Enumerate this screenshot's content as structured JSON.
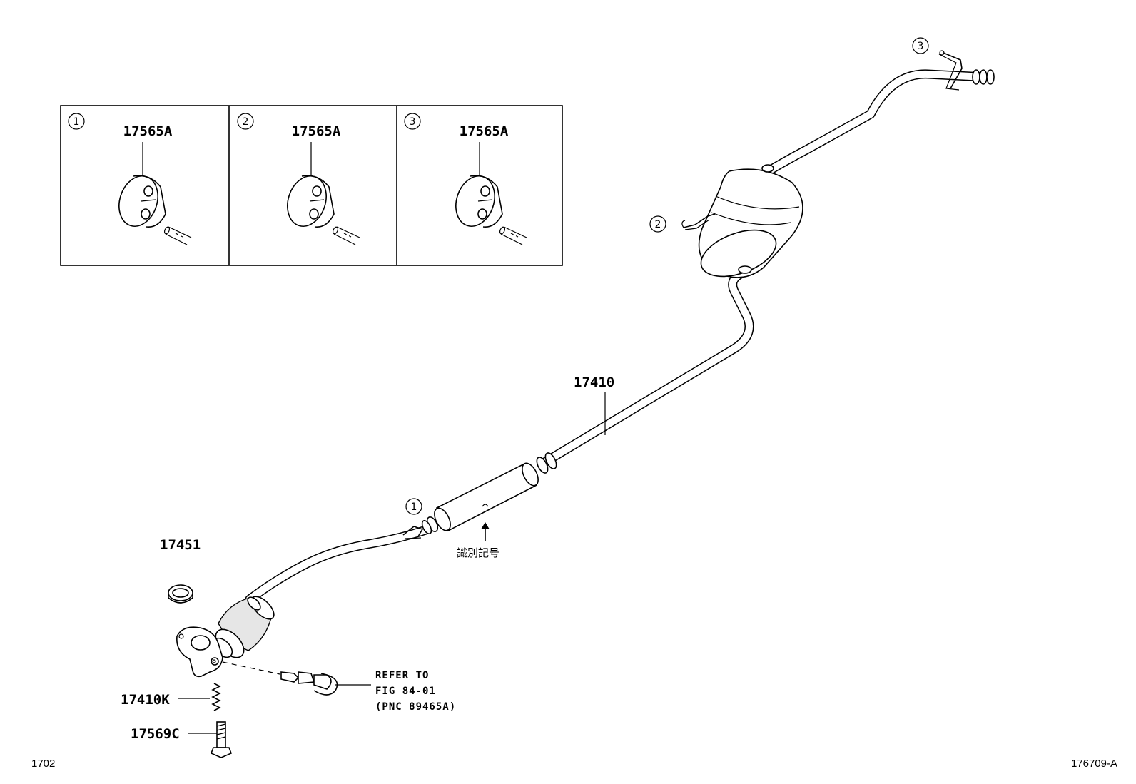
{
  "insets": [
    {
      "circle_number": "1",
      "part_label": "17565A"
    },
    {
      "circle_number": "2",
      "part_label": "17565A"
    },
    {
      "circle_number": "3",
      "part_label": "17565A"
    }
  ],
  "parts": {
    "exhaust_pipe": "17410",
    "gasket": "17451",
    "spring": "17410K",
    "bolt": "17569C"
  },
  "hanger_callouts": {
    "front": "1",
    "mid": "2",
    "rear": "3"
  },
  "identification_mark": "識別記号",
  "refer_note": {
    "line1": "REFER TO",
    "line2": "FIG 84-01",
    "line3": "(PNC 89465A)"
  },
  "footer": {
    "left_code": "1702",
    "right_code": "176709-A"
  }
}
